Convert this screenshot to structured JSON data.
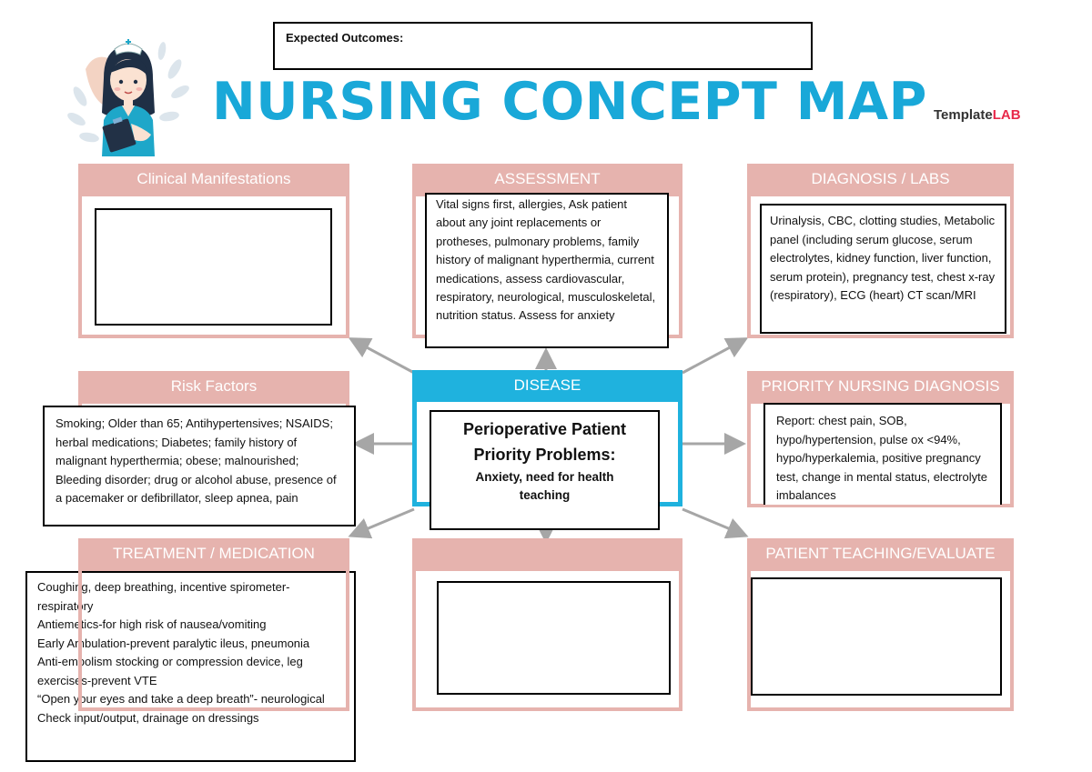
{
  "header": {
    "expected_outcomes_label": "Expected Outcomes:",
    "title": "NURSING CONCEPT MAP",
    "brand_part1": "Template",
    "brand_part2": "LAB"
  },
  "panels": {
    "clinical": {
      "title": "Clinical Manifestations"
    },
    "assessment": {
      "title": "ASSESSMENT",
      "text": "Vital signs first, allergies, Ask patient about any joint replacements or protheses, pulmonary problems, family history of malignant hyperthermia, current medications, assess cardiovascular, respiratory, neurological, musculoskeletal, nutrition status. Assess for anxiety"
    },
    "diagnosis_labs": {
      "title": "DIAGNOSIS / LABS",
      "text": "Urinalysis, CBC, clotting studies, Metabolic panel (including serum glucose, serum electrolytes, kidney function, liver function, serum protein), pregnancy test, chest x-ray (respiratory), ECG (heart) CT scan/MRI"
    },
    "risk": {
      "title": "Risk Factors",
      "text": "Smoking; Older than 65; Antihypertensives; NSAIDS; herbal medications; Diabetes; family history of malignant hyperthermia; obese; malnourished; Bleeding disorder; drug or alcohol abuse, presence of a pacemaker or defibrillator, sleep apnea, pain"
    },
    "disease": {
      "title": "DISEASE",
      "line1": "Perioperative Patient",
      "line2": "Priority Problems:",
      "line3": "Anxiety, need for health teaching"
    },
    "priority": {
      "title": "PRIORITY NURSING DIAGNOSIS",
      "text": "Report: chest pain, SOB, hypo/hypertension, pulse ox <94%, hypo/hyperkalemia, positive pregnancy test, change in mental status, electrolyte imbalances"
    },
    "treatment": {
      "title": "TREATMENT / MEDICATION",
      "lines": [
        "Coughing, deep breathing, incentive spirometer-respiratory",
        "Antiemetics-for high risk of nausea/vomiting",
        "Early Ambulation-prevent paralytic ileus, pneumonia",
        "Anti-embolism stocking or compression device, leg exercises-prevent VTE",
        "“Open your eyes and take a deep breath”- neurological",
        "Check input/output, drainage on dressings"
      ]
    },
    "bottom_center": {
      "title": ""
    },
    "teaching": {
      "title": "PATIENT TEACHING/EVALUATE"
    }
  },
  "colors": {
    "title_blue": "#19a8d8",
    "panel_pink": "#e6b3ae",
    "disease_blue": "#1fb2de",
    "arrow_gray": "#a6a6a6"
  }
}
